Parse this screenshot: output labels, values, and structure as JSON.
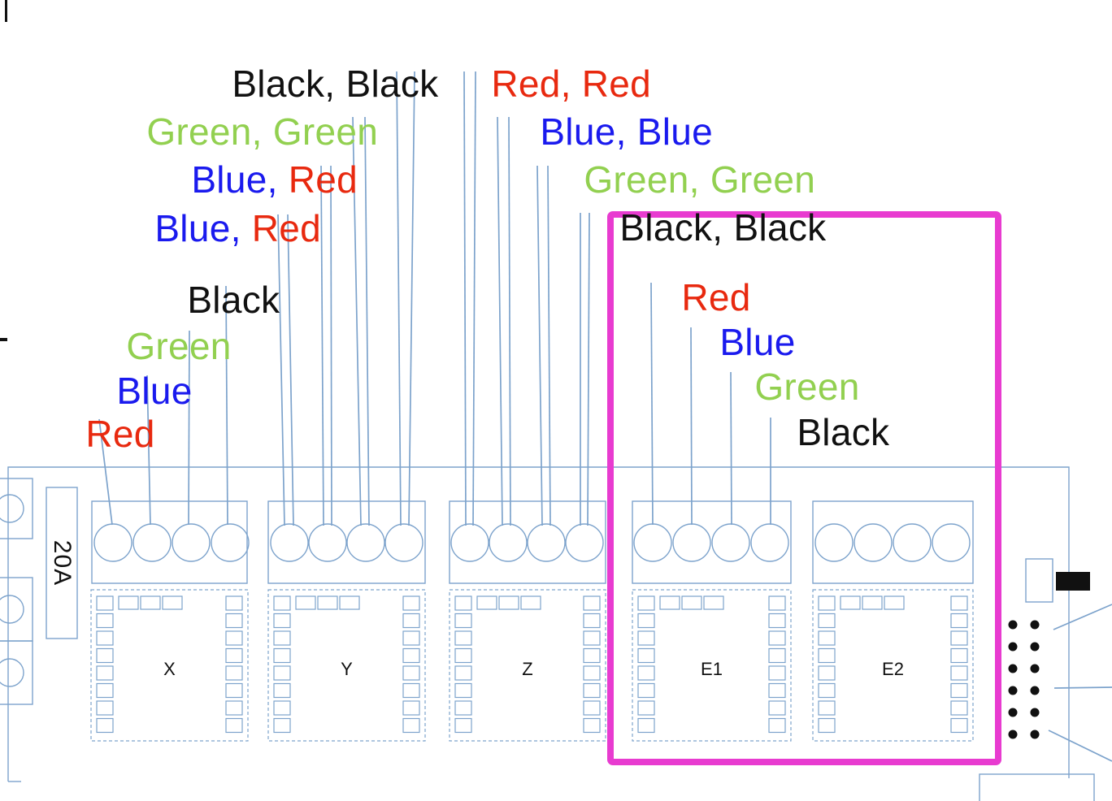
{
  "diagram": {
    "colors": {
      "red": "#e8290f",
      "blue": "#1a1aee",
      "green": "#92d050",
      "black": "#111111",
      "line": "#7da3cc",
      "highlight": "#e83bd0"
    },
    "wire_labels": [
      {
        "name": "pair-black-black-left",
        "words": [
          {
            "t": "Black, Black",
            "c": "black"
          }
        ]
      },
      {
        "name": "pair-red-red",
        "words": [
          {
            "t": "Red, Red",
            "c": "red"
          }
        ]
      },
      {
        "name": "pair-green-green-left",
        "words": [
          {
            "t": "Green, Green",
            "c": "green"
          }
        ]
      },
      {
        "name": "pair-blue-blue",
        "words": [
          {
            "t": "Blue, Blue",
            "c": "blue"
          }
        ]
      },
      {
        "name": "pair-blue-red-upper",
        "words": [
          {
            "t": "Blue, ",
            "c": "blue"
          },
          {
            "t": "Red",
            "c": "red"
          }
        ]
      },
      {
        "name": "pair-green-green-right",
        "words": [
          {
            "t": "Green, Green",
            "c": "green"
          }
        ]
      },
      {
        "name": "pair-blue-red-lower",
        "words": [
          {
            "t": "Blue, ",
            "c": "blue"
          },
          {
            "t": "Red",
            "c": "red"
          }
        ]
      },
      {
        "name": "pair-black-black-right",
        "words": [
          {
            "t": "Black, Black",
            "c": "black"
          }
        ]
      },
      {
        "name": "x-wire-black",
        "words": [
          {
            "t": "Black",
            "c": "black"
          }
        ]
      },
      {
        "name": "x-wire-green",
        "words": [
          {
            "t": "Green",
            "c": "green"
          }
        ]
      },
      {
        "name": "x-wire-blue",
        "words": [
          {
            "t": "Blue",
            "c": "blue"
          }
        ]
      },
      {
        "name": "x-wire-red",
        "words": [
          {
            "t": "Red",
            "c": "red"
          }
        ]
      },
      {
        "name": "e1-wire-red",
        "words": [
          {
            "t": "Red",
            "c": "red"
          }
        ]
      },
      {
        "name": "e1-wire-blue",
        "words": [
          {
            "t": "Blue",
            "c": "blue"
          }
        ]
      },
      {
        "name": "e1-wire-green",
        "words": [
          {
            "t": "Green",
            "c": "green"
          }
        ]
      },
      {
        "name": "e1-wire-black",
        "words": [
          {
            "t": "Black",
            "c": "black"
          }
        ]
      }
    ],
    "fuse_label": "20A",
    "drivers": [
      {
        "label": "X"
      },
      {
        "label": "Y"
      },
      {
        "label": "Z"
      },
      {
        "label": "E1"
      },
      {
        "label": "E2"
      }
    ]
  }
}
